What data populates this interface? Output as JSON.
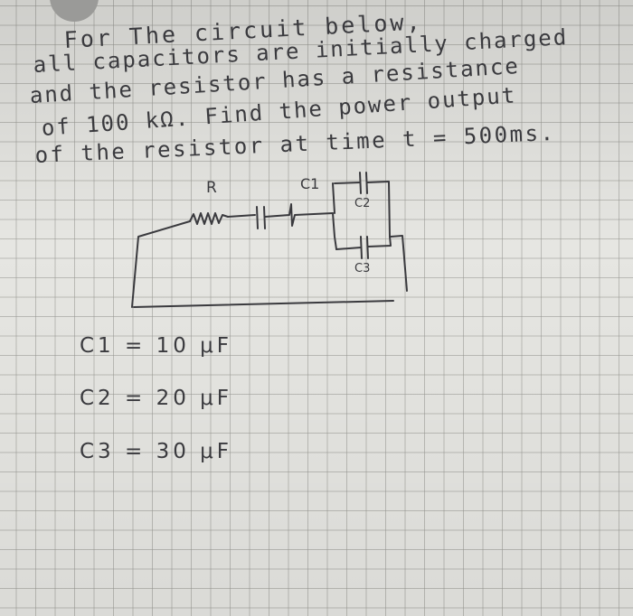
{
  "problem": {
    "lines": [
      "For The circuit below,",
      "all capacitors are initially charged",
      "and the resistor has a resistance",
      "of 100 kΩ. Find the power output",
      "of the resistor at time t = 500ms."
    ]
  },
  "circuit": {
    "resistor_label": "R",
    "c1_label": "C1",
    "c2_label": "C2",
    "c3_label": "C3"
  },
  "values": [
    "C1 = 10 μF",
    "C2 = 20 μF",
    "C3 = 30 μF"
  ]
}
